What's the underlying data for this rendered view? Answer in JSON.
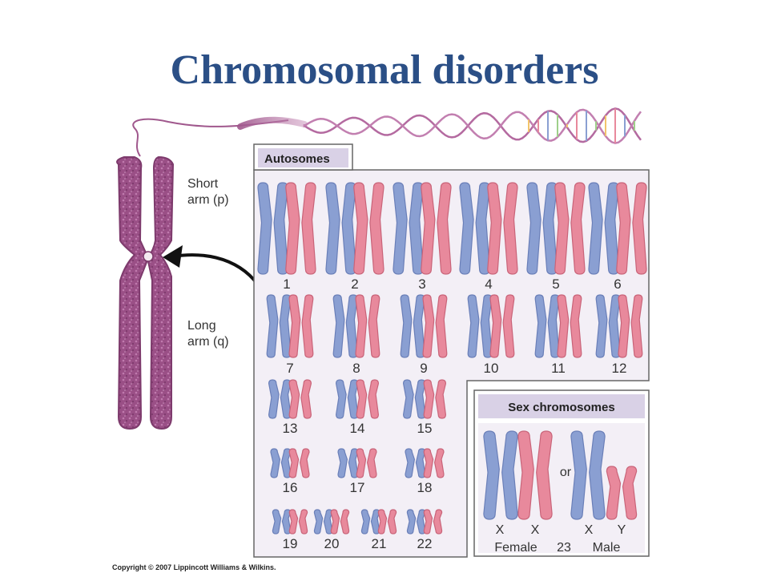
{
  "title": "Chromosomal disorders",
  "labels": {
    "short_arm_line1": "Short",
    "short_arm_line2": "arm (p)",
    "long_arm_line1": "Long",
    "long_arm_line2": "arm (q)"
  },
  "autosomes_header": "Autosomes",
  "sex_header": "Sex chromosomes",
  "autosome_numbers": [
    "1",
    "2",
    "3",
    "4",
    "5",
    "6",
    "7",
    "8",
    "9",
    "10",
    "11",
    "12",
    "13",
    "14",
    "15",
    "16",
    "17",
    "18",
    "19",
    "20",
    "21",
    "22"
  ],
  "sex_labels": {
    "x1": "X",
    "x2": "X",
    "x3": "X",
    "y": "Y",
    "or": "or",
    "female": "Female",
    "pair_number": "23",
    "male": "Male"
  },
  "copyright": "Copyright © 2007 Lippincott Williams & Wilkins.",
  "colors": {
    "title": "#2b4f86",
    "blue_chromosome": "#8a9fd2",
    "pink_chromosome": "#e8899c",
    "large_chromosome": "#a0588d",
    "panel_fill": "#f1edf5",
    "header_fill": "#d9d1e6"
  }
}
